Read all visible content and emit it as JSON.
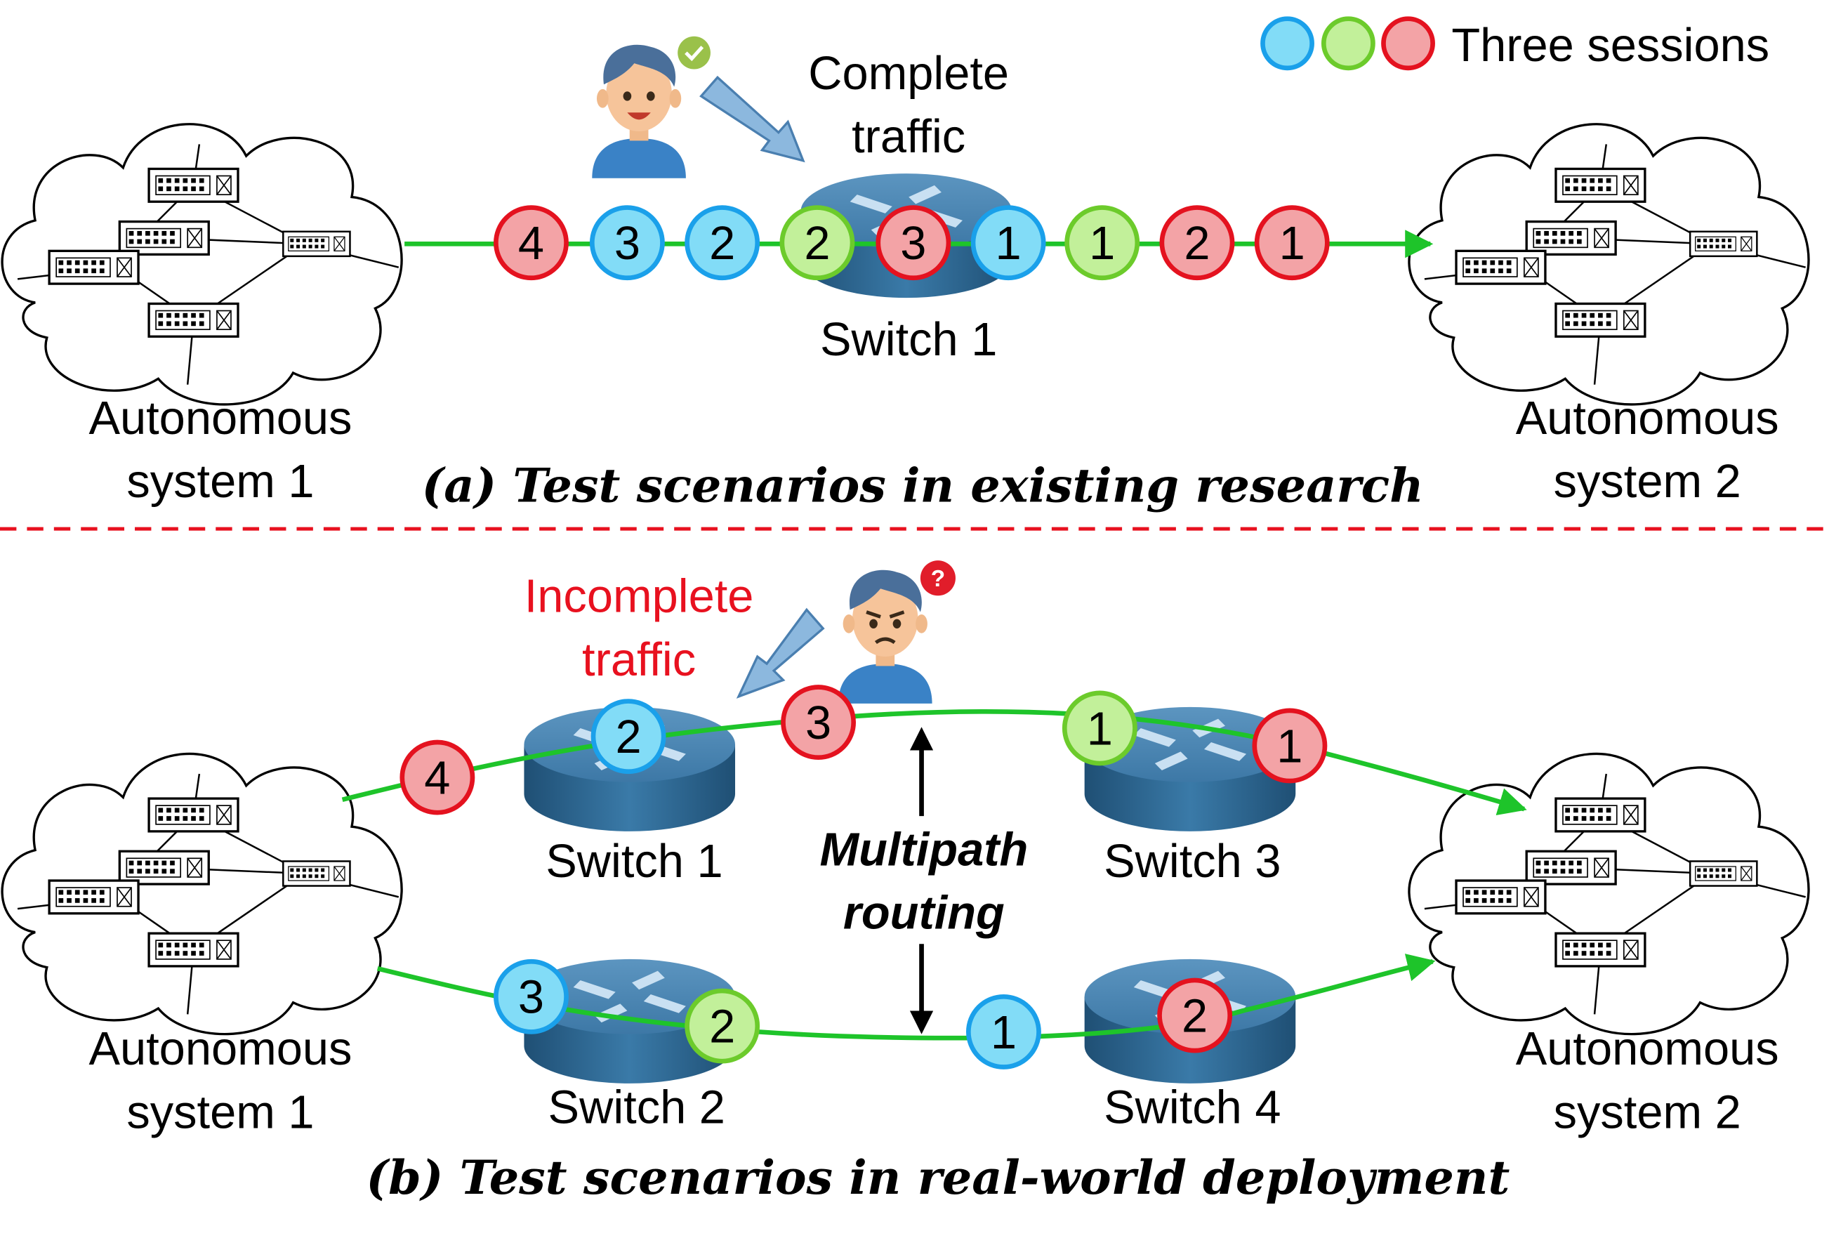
{
  "legend": {
    "label": "Three sessions",
    "colors": {
      "blue": "#82dcf7",
      "green": "#c2f09a",
      "red": "#f3a3a6"
    },
    "strokes": {
      "blue": "#1aa0ea",
      "green": "#6ccb2b",
      "red": "#e4121f"
    }
  },
  "top": {
    "user_label_line1": "Complete",
    "user_label_line2": "traffic",
    "switch_label": "Switch 1",
    "as1_line1": "Autonomous",
    "as1_line2": "system 1",
    "as2_line1": "Autonomous",
    "as2_line2": "system 2",
    "caption": "(a) Test scenarios in existing research",
    "packets": [
      {
        "session": "red",
        "num": "4"
      },
      {
        "session": "blue",
        "num": "3"
      },
      {
        "session": "blue",
        "num": "2"
      },
      {
        "session": "green",
        "num": "2"
      },
      {
        "session": "red",
        "num": "3"
      },
      {
        "session": "blue",
        "num": "1"
      },
      {
        "session": "green",
        "num": "1"
      },
      {
        "session": "red",
        "num": "2"
      },
      {
        "session": "red",
        "num": "1"
      }
    ]
  },
  "bottom": {
    "user_label_line1": "Incomplete",
    "user_label_line2": "traffic",
    "switch1_label": "Switch 1",
    "switch2_label": "Switch 2",
    "switch3_label": "Switch 3",
    "switch4_label": "Switch 4",
    "multipath_line1": "Multipath",
    "multipath_line2": "routing",
    "as1_line1": "Autonomous",
    "as1_line2": "system 1",
    "as2_line1": "Autonomous",
    "as2_line2": "system 2",
    "caption": "(b) Test scenarios in real-world deployment",
    "upper_path_packets": [
      {
        "session": "red",
        "num": "4"
      },
      {
        "session": "blue",
        "num": "2"
      },
      {
        "session": "red",
        "num": "3"
      },
      {
        "session": "green",
        "num": "1"
      },
      {
        "session": "red",
        "num": "1"
      }
    ],
    "lower_path_packets": [
      {
        "session": "blue",
        "num": "3"
      },
      {
        "session": "green",
        "num": "2"
      },
      {
        "session": "blue",
        "num": "1"
      },
      {
        "session": "red",
        "num": "2"
      }
    ]
  },
  "icons": {
    "user_happy": "user-check-icon",
    "user_confused": "user-question-icon",
    "switch": "switch-router-icon",
    "cloud": "network-cloud-icon"
  }
}
